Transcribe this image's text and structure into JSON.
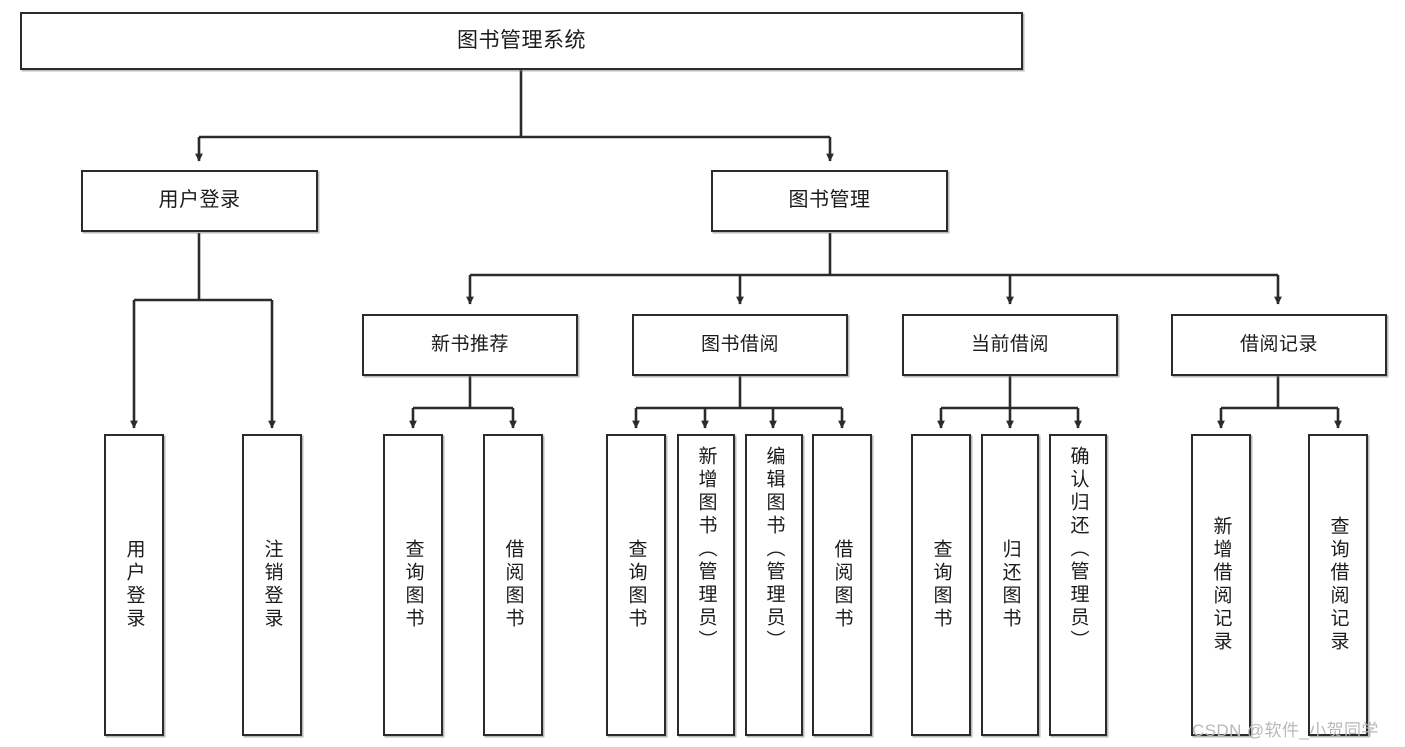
{
  "diagram": {
    "title_text": "图书管理系统",
    "watermark": "CSDN @软件_小贺同学",
    "line_color": "#2b2b2b",
    "box_fill": "#ffffff",
    "text_color": "#1b1b1b"
  },
  "nodes": {
    "root": {
      "label": "图书管理系统"
    },
    "level2": [
      {
        "label": "用户登录"
      },
      {
        "label": "图书管理"
      }
    ],
    "level3": [
      {
        "label": "新书推荐"
      },
      {
        "label": "图书借阅"
      },
      {
        "label": "当前借阅"
      },
      {
        "label": "借阅记录"
      }
    ],
    "leaves": {
      "user_login": [
        {
          "label": "用户登录"
        },
        {
          "label": "注销登录"
        }
      ],
      "new_book_recommend": [
        {
          "label": "查询图书"
        },
        {
          "label": "借阅图书"
        }
      ],
      "book_borrow": [
        {
          "label": "查询图书"
        },
        {
          "label": "新增图书（管理员）"
        },
        {
          "label": "编辑图书（管理员）"
        },
        {
          "label": "借阅图书"
        }
      ],
      "current_borrow": [
        {
          "label": "查询图书"
        },
        {
          "label": "归还图书"
        },
        {
          "label": "确认归还（管理员）"
        }
      ],
      "borrow_record": [
        {
          "label": "新增借阅记录"
        },
        {
          "label": "查询借阅记录"
        }
      ]
    }
  }
}
